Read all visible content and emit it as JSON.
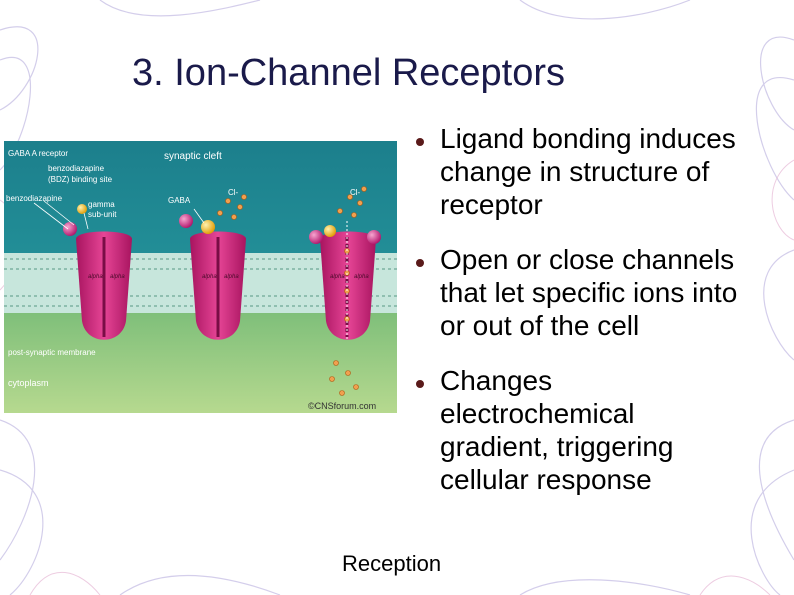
{
  "slide": {
    "title": "3. Ion-Channel Receptors",
    "bullets": [
      "Ligand bonding induces change in structure of receptor",
      "Open or close channels that let specific ions into or out of the cell",
      "Changes electrochemical gradient, triggering cellular response"
    ],
    "footer": "Reception"
  },
  "figure": {
    "labels": {
      "receptor": "GABA A receptor",
      "binding_site": "benzodiazapine (BDZ) binding site",
      "benzo": "benzodiazapine",
      "gamma": "gamma sub-unit",
      "cleft": "synaptic cleft",
      "gaba": "GABA",
      "cl1": "Cl-",
      "cl2": "Cl-",
      "membrane": "post-synaptic membrane",
      "cyto": "cytoplasm",
      "credit": "©CNSforum.com",
      "alpha": "alpha"
    }
  },
  "colors": {
    "title": "#1a1a4a",
    "cleft_bg": "#1f8f99",
    "membrane": "#cfe8e0",
    "cytoplasm": "#a9d18e",
    "receptor": "#d21f7c",
    "gaba": "#f6b400",
    "ion": "#e8873a"
  }
}
